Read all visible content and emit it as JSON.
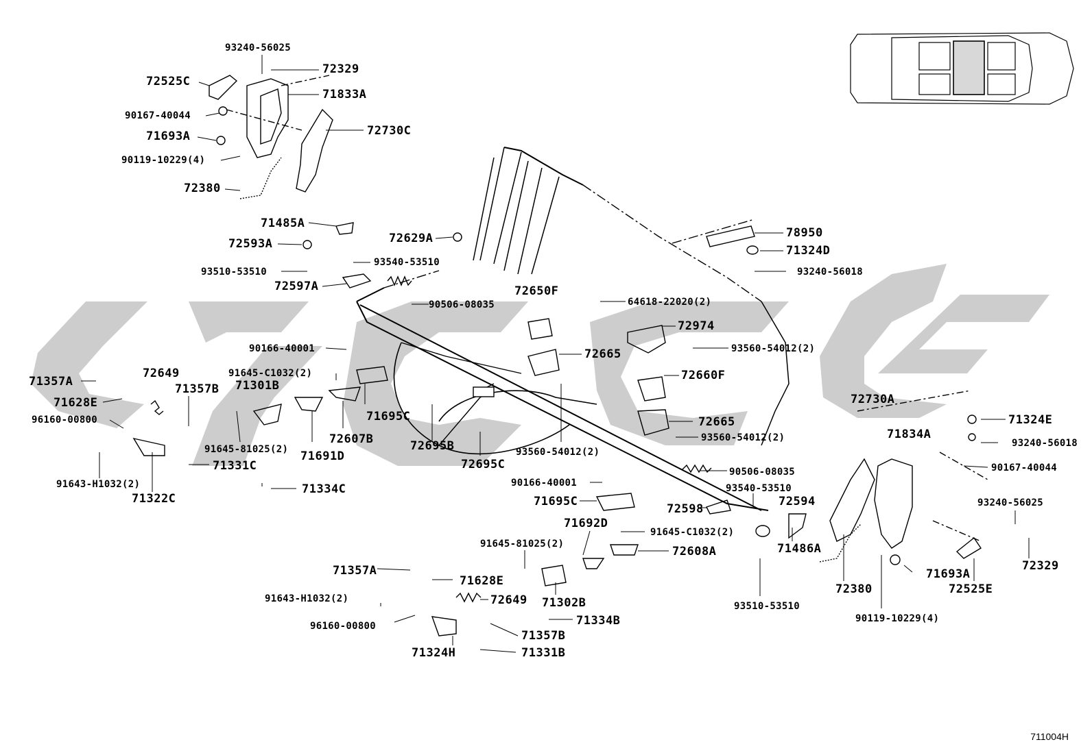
{
  "diagram_code": "711004H",
  "labels": [
    "93240-56025",
    "72329",
    "72525C",
    "71833A",
    "90167-40044",
    "72730C",
    "71693A",
    "90119-10229(4)",
    "72380",
    "71485A",
    "72593A",
    "72629A",
    "78950",
    "71324D",
    "93510-53510",
    "93540-53510",
    "93240-56018",
    "72597A",
    "72650F",
    "90506-08035",
    "64618-22020(2)",
    "72974",
    "90166-40001",
    "72665",
    "93560-54012(2)",
    "71357A",
    "72649",
    "91645-C1032(2)",
    "71301B",
    "72660F",
    "71628E",
    "71357B",
    "72730A",
    "71324E",
    "96160-00800",
    "71695C",
    "72607B",
    "72665",
    "71834A",
    "93240-56018",
    "91645-81025(2)",
    "72695B",
    "93560-54012(2)",
    "71691D",
    "93560-54012(2)",
    "71331C",
    "72695C",
    "90506-08035",
    "90167-40044",
    "91643-H1032(2)",
    "71322C",
    "90166-40001",
    "71334C",
    "93540-53510",
    "71695C",
    "72594",
    "93240-56025",
    "72598",
    "71692D",
    "91645-C1032(2)",
    "72329",
    "91645-81025(2)",
    "72608A",
    "71486A",
    "71357A",
    "71628E",
    "72649",
    "71302B",
    "72380",
    "71693A",
    "72525E",
    "91643-H1032(2)",
    "93510-53510",
    "71334B",
    "96160-00800",
    "90119-10229(4)",
    "71357B",
    "71324H",
    "71331B"
  ]
}
